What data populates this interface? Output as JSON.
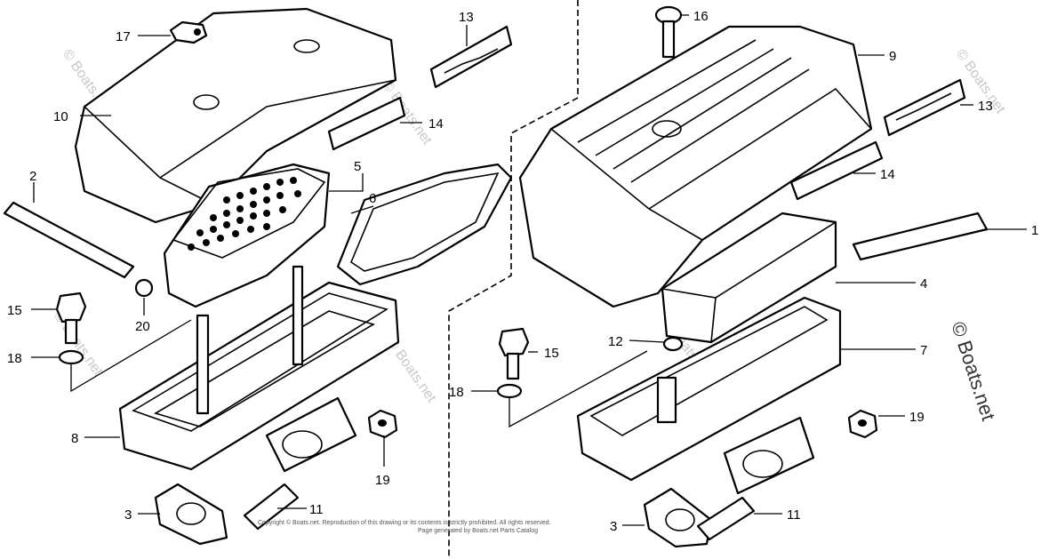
{
  "watermark": {
    "brand": "© Boats.net"
  },
  "footer": {
    "line1": "Copyright © Boats.net. Reproduction of this drawing or its contents is strictly prohibited. All rights reserved.",
    "line2": "Page generated by Boats.net Parts Catalog"
  },
  "callouts": {
    "c1": "1",
    "c2": "2",
    "c3a": "3",
    "c3b": "3",
    "c4": "4",
    "c5": "5",
    "c6": "6",
    "c7": "7",
    "c8": "8",
    "c9": "9",
    "c10": "10",
    "c11a": "11",
    "c11b": "11",
    "c12": "12",
    "c13a": "13",
    "c13b": "13",
    "c14a": "14",
    "c14b": "14",
    "c15a": "15",
    "c15b": "15",
    "c16": "16",
    "c18a": "18",
    "c18b": "18",
    "c19a": "19",
    "c19b": "19",
    "c17": "17",
    "c20": "20"
  }
}
